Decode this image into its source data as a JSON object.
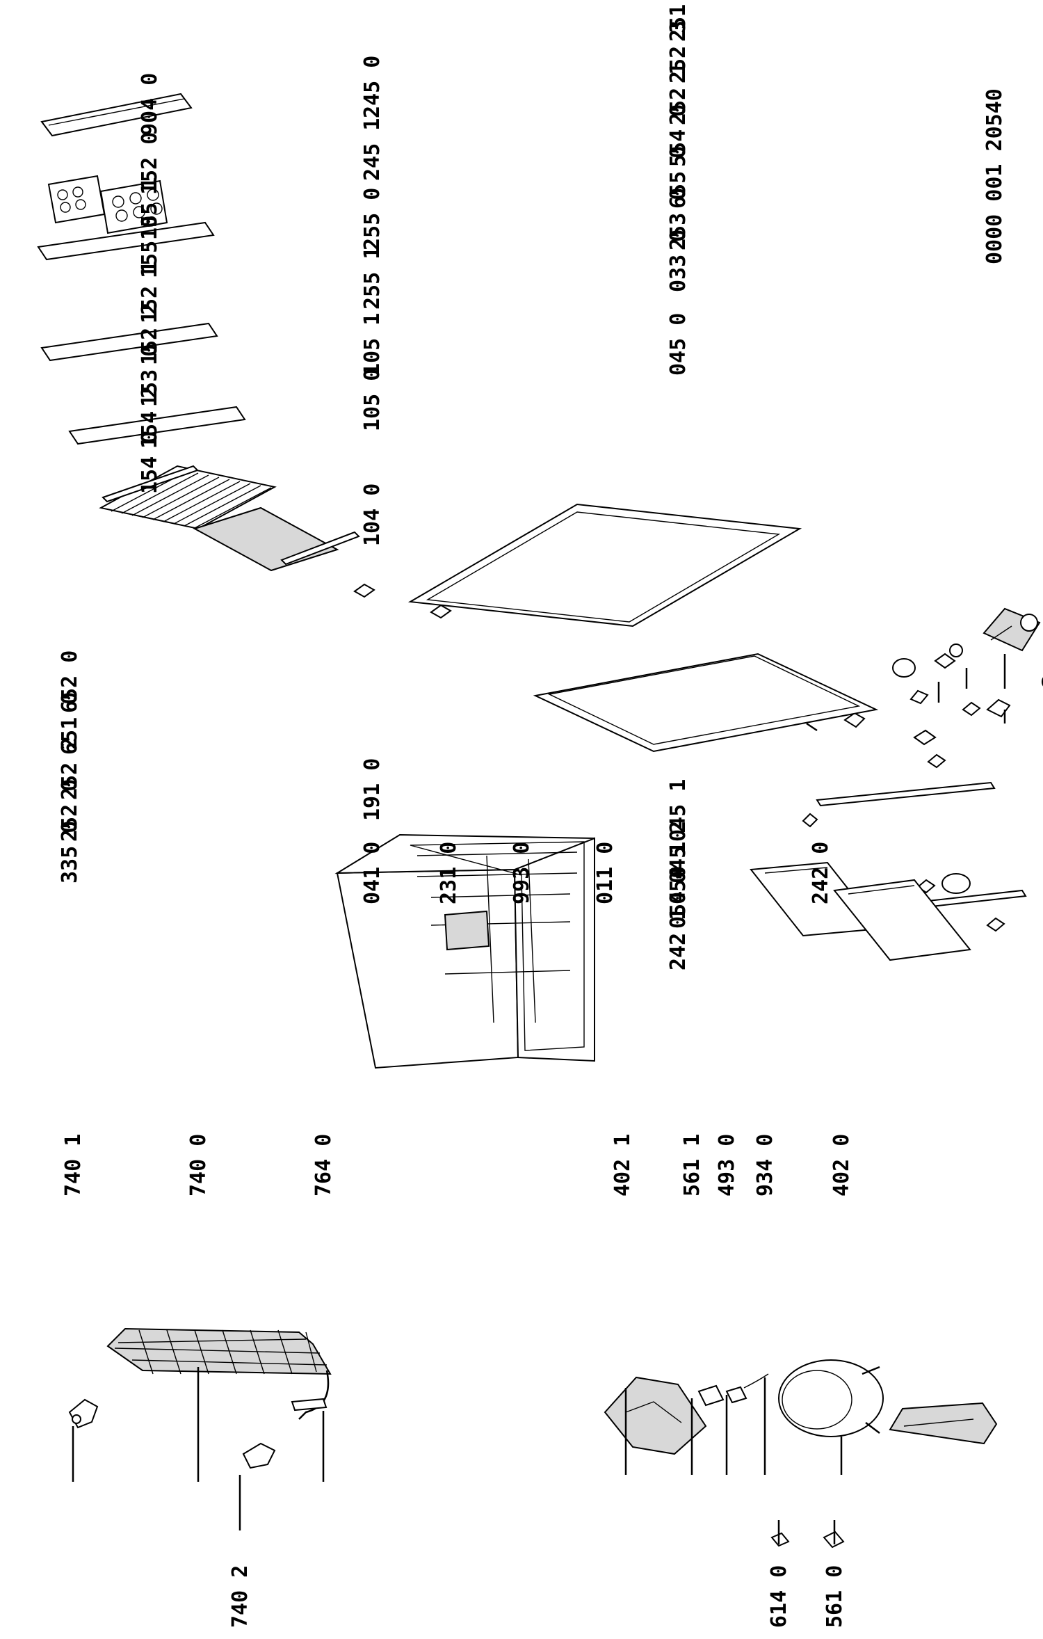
{
  "document_code": "0000 001 20540",
  "colors": {
    "ink": "#000000",
    "paper": "#ffffff"
  },
  "labels": {
    "c1": [
      "740 2",
      "740 1",
      "740 0",
      "764 0",
      "614 0",
      "561 0",
      "402 1",
      "561 1",
      "493 0",
      "934 0",
      "402 0"
    ],
    "c2": [
      "652 0",
      "651 0",
      "252 2",
      "252 0",
      "335 0",
      "251 0",
      "252 3",
      "252 1",
      "554 0",
      "655 0",
      "253 0",
      "033 0",
      "045 0",
      "041 0",
      "231 0",
      "993 0",
      "011 0",
      "054 1",
      "242 0",
      "045 1",
      "045 2",
      "054 0",
      "242 1"
    ],
    "c3": [
      "245 0",
      "245 1",
      "255 0",
      "255 1",
      "105 1",
      "105 0",
      "104 0",
      "191 0"
    ],
    "c4": [
      "904 0",
      "152 0",
      "155 1",
      "155 0",
      "152 1",
      "152 2",
      "153 0",
      "154 2",
      "154 0"
    ]
  }
}
